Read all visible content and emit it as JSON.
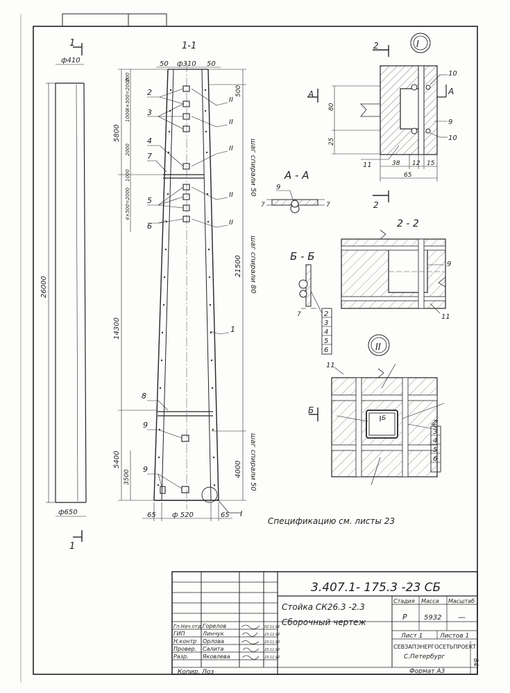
{
  "drawing": {
    "section_main": "1-1",
    "section_aa": "А - А",
    "section_bb": "Б - Б",
    "section_22": "2 - 2",
    "detail_1": "I",
    "detail_2": "II",
    "cut_1": "1",
    "cut_2": "2",
    "cut_a": "А",
    "cut_b": "Б",
    "spec_note": "Спецификацию  см. листы 23"
  },
  "dims": {
    "top_dia_side": "ф410",
    "bottom_dia_side": "ф650",
    "total_length": "26000",
    "top_left": "50",
    "top_mid": "ф310",
    "top_right": "50",
    "bottom_left": "65",
    "bottom_mid": "ф 520",
    "bottom_right": "65",
    "upper_length": "5800",
    "mid_length": "14300",
    "lower_length": "5400",
    "lower_sub": "3500",
    "seg_a": "4×500=2000",
    "seg_b": "1000",
    "seg_c": "200",
    "seg_d": "2000",
    "seg_e": "1000",
    "seg_f": "4×500=2000",
    "spiral_top": "шаг спирали 50",
    "spiral_top_len": "500",
    "spiral_mid": "шаг спирали 80",
    "spiral_mid_len": "21500",
    "spiral_bot": "шаг спирали 50",
    "spiral_bot_len": "4000",
    "d1_80": "80",
    "d1_25": "25",
    "d1_38": "38",
    "d1_12": "12",
    "d1_15": "15",
    "d1_65": "65",
    "aa_7a": "7",
    "aa_7b": "7",
    "bb_7": "7"
  },
  "callouts": {
    "c1": "1",
    "c2": "2",
    "c3": "3",
    "c4": "4",
    "c5": "5",
    "c6": "6",
    "c7": "7",
    "c8": "8",
    "c9a": "9",
    "c9b": "9",
    "c9c": "9",
    "c10a": "10",
    "c10b": "10",
    "c11a": "11",
    "c11b": "11",
    "c11c": "11",
    "c9d": "9",
    "c9e": "9",
    "c_ii_1": "II",
    "c_ii_2": "II",
    "c_ii_3": "II",
    "c_ii_4": "II",
    "c_ii_5": "II",
    "c_ii_6": "II",
    "c_i": "I",
    "list_bb": [
      "2",
      "3",
      "4",
      "5",
      "6"
    ],
    "list_ii": [
      "2",
      "3",
      "4",
      "5",
      "6"
    ]
  },
  "title_block": {
    "doc_number": "3.407.1- 175.3 -23 СБ",
    "title_line1": "Стойка СК26.3 -2.3",
    "title_line2": "Сборочный  чертеж",
    "col_stage": "Стадия",
    "col_mass": "Масса",
    "col_scale": "Масштаб",
    "stage": "Р",
    "mass": "5932",
    "scale": "—",
    "sheet": "Лист 1",
    "sheets": "Листов 1",
    "org1": "СЕВЗАПЭНЕРГОСЕТЬПРОЕКТ",
    "org2": "С.Петербург",
    "format": "Формат  А3",
    "page_no": "84",
    "signers": [
      {
        "role": "Гл.Нач.отд.",
        "name": "Горелов",
        "date": "02.11.92"
      },
      {
        "role": "ГИП",
        "name": "Линчук",
        "date": "23.11.92"
      },
      {
        "role": "Н.контр",
        "name": "Орлова",
        "date": "23.11.92"
      },
      {
        "role": "Провер.",
        "name": "Салита",
        "date": "23.11.92"
      },
      {
        "role": "Разр.",
        "name": "Яковлева",
        "date": "23.11.92"
      }
    ],
    "copied": "Копир.  Лоз"
  }
}
